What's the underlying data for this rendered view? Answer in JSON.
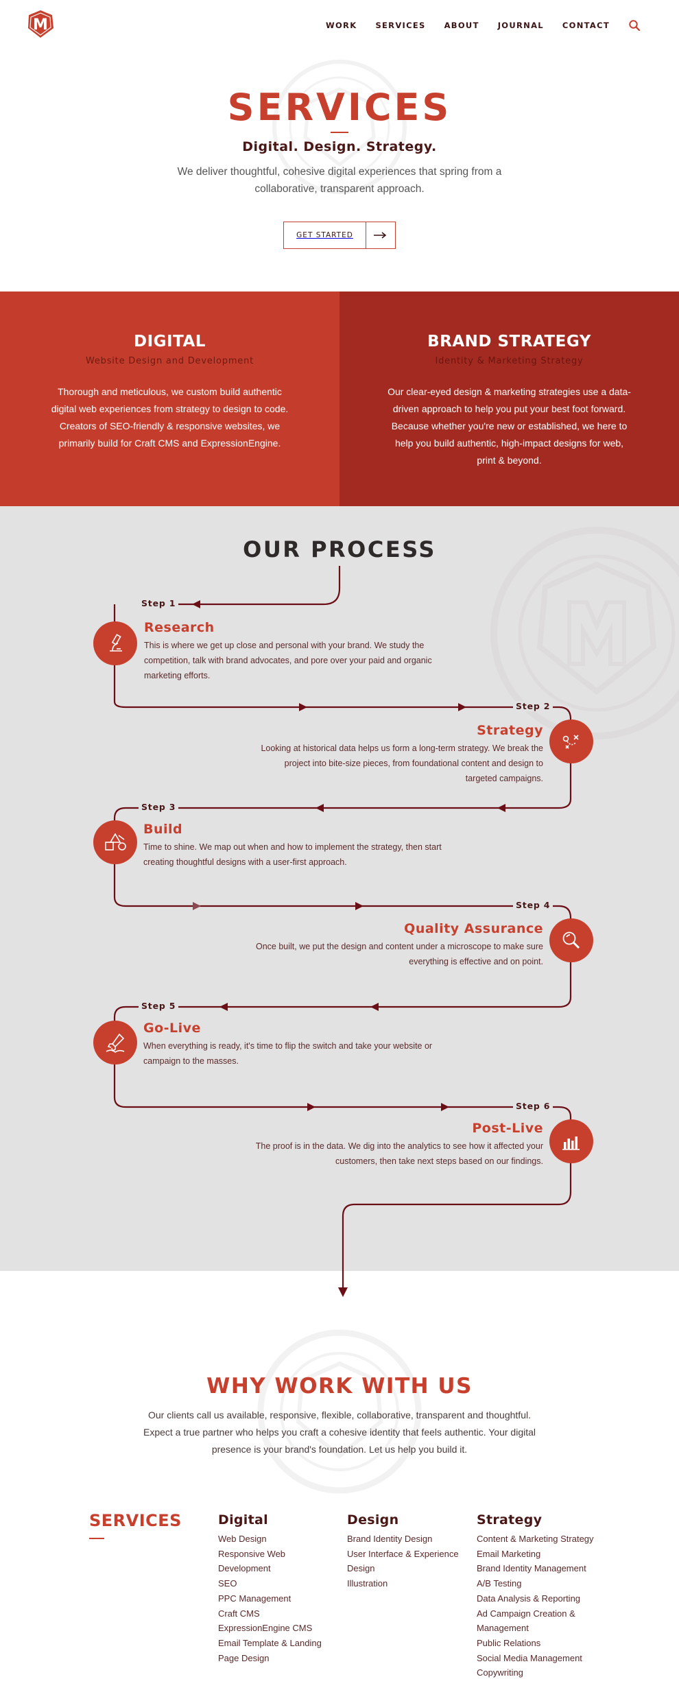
{
  "colors": {
    "brand_red": "#c7402e",
    "dark_red": "#a32a20",
    "maroon": "#6b0f17",
    "process_bg": "#e3e2e3"
  },
  "logo": {
    "letter": "M"
  },
  "nav": {
    "items": [
      "WORK",
      "SERVICES",
      "ABOUT",
      "JOURNAL",
      "CONTACT"
    ],
    "search_icon": "search-icon"
  },
  "hero": {
    "title": "SERVICES",
    "subtitle": "Digital. Design. Strategy.",
    "text": "We deliver thoughtful, cohesive digital experiences that spring from a collaborative, transparent approach.",
    "cta_label": "GET STARTED"
  },
  "services_split": [
    {
      "title": "DIGITAL",
      "subtitle": "Website Design and Development",
      "body": "Thorough and meticulous, we custom build authentic digital web experiences from strategy to design to code. Creators of SEO-friendly & responsive websites, we primarily build for Craft CMS and ExpressionEngine."
    },
    {
      "title": "BRAND STRATEGY",
      "subtitle": "Identity & Marketing Strategy",
      "body": "Our clear-eyed design & marketing strategies use a data-driven approach to help you put your best foot forward. Because whether you're new or established, we here to help you build authentic, high-impact designs for web, print & beyond."
    }
  ],
  "process": {
    "title": "OUR PROCESS",
    "steps": [
      {
        "label": "Step 1",
        "title": "Research",
        "icon": "microscope-icon",
        "text": "This is where we get up close and personal with your brand. We study the competition, talk with brand advocates, and pore over your paid and organic marketing efforts."
      },
      {
        "label": "Step 2",
        "title": "Strategy",
        "icon": "play-diagram-icon",
        "text": "Looking at historical data helps us form a long-term strategy. We break the project into bite-size pieces, from foundational content and design to targeted campaigns."
      },
      {
        "label": "Step 3",
        "title": "Build",
        "icon": "shapes-icon",
        "text": "Time to shine. We map out when and how to implement the strategy, then start creating thoughtful designs with a user-first approach."
      },
      {
        "label": "Step 4",
        "title": "Quality Assurance",
        "icon": "magnifier-icon",
        "text": "Once built, we put the design and content under a microscope to make sure everything is effective and on point."
      },
      {
        "label": "Step 5",
        "title": "Go-Live",
        "icon": "rocket-icon",
        "text": "When everything is ready, it's time to flip the switch and take your website or campaign to the masses."
      },
      {
        "label": "Step 6",
        "title": "Post-Live",
        "icon": "bar-chart-icon",
        "text": "The proof is in the data. We dig into the analytics to see how it affected your customers, then take next steps based on our findings."
      }
    ]
  },
  "why": {
    "title": "WHY WORK WITH US",
    "text": "Our clients call us available, responsive, flexible, collaborative, transparent and thoughtful. Expect a true partner who helps you craft a cohesive identity that feels authentic. Your digital presence is your brand's foundation. Let us help you build it."
  },
  "services_list": {
    "title": "SERVICES",
    "columns": [
      {
        "title": "Digital",
        "items": [
          "Web Design",
          "Responsive Web",
          "Development",
          "SEO",
          "PPC Management",
          "Craft CMS",
          "ExpressionEngine CMS",
          "Email Template & Landing",
          "Page Design"
        ]
      },
      {
        "title": "Design",
        "items": [
          "Brand Identity Design",
          "User Interface & Experience",
          "Design",
          "Illustration"
        ]
      },
      {
        "title": "Strategy",
        "items": [
          "Content & Marketing Strategy",
          "Email Marketing",
          "Brand Identity Management",
          "A/B Testing",
          "Data Analysis & Reporting",
          "Ad Campaign Creation &",
          "Management",
          "Public Relations",
          "Social Media Management",
          "Copywriting"
        ]
      }
    ]
  }
}
